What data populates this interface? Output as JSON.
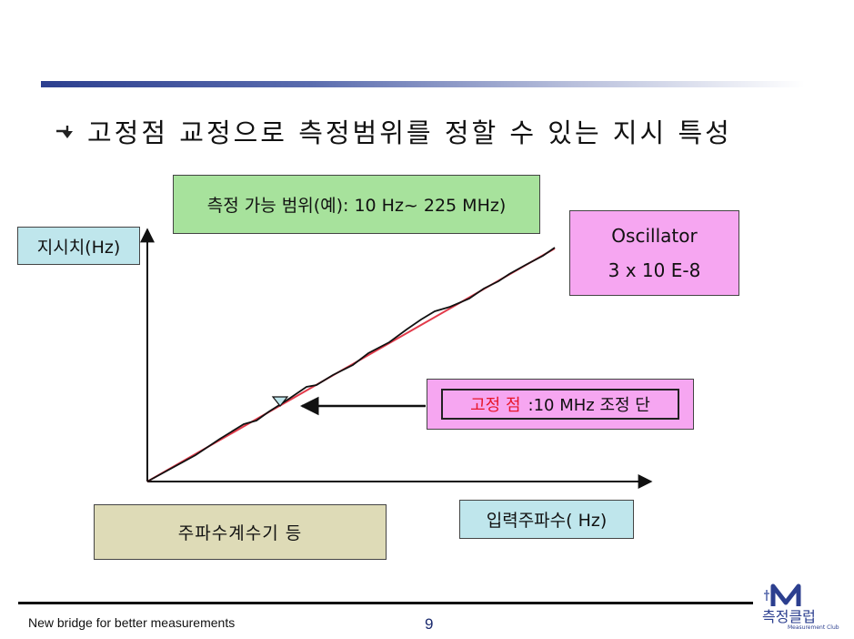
{
  "heading": {
    "text": "고정점 교정으로 측정범위를 정할 수 있는 지시 특성"
  },
  "range_box": {
    "text": "측정 가능 범위(예): 10 Hz~ 225 MHz)"
  },
  "y_axis_label": {
    "text": "지시치(Hz)"
  },
  "x_axis_label": {
    "text": "입력주파수( Hz)"
  },
  "oscillator_box": {
    "line1": "Oscillator",
    "line2": "3 x 10 E-8"
  },
  "fixed_point_box": {
    "highlight": "고정 점",
    "rest": ":10 MHz 조정 단"
  },
  "counter_box": {
    "text": "주파수계수기  등"
  },
  "footer": {
    "tagline": "New bridge for better measurements",
    "page_number": "9"
  },
  "logo": {
    "text": "측정클럽",
    "subtext": "Measurement Club"
  },
  "colors": {
    "header_bar": "#2c3f8f",
    "ideal_line": "#e23a4a",
    "measured_line": "#111111",
    "highlight_text": "#e8162a",
    "green_box": "#a7e29c",
    "pink_box": "#f6a6f1",
    "cyan_box": "#bfe6ec",
    "khaki_box": "#dedbb7"
  },
  "icons": {
    "bullet": "arrow-down-right-icon",
    "marker": "triangle-down-icon"
  }
}
